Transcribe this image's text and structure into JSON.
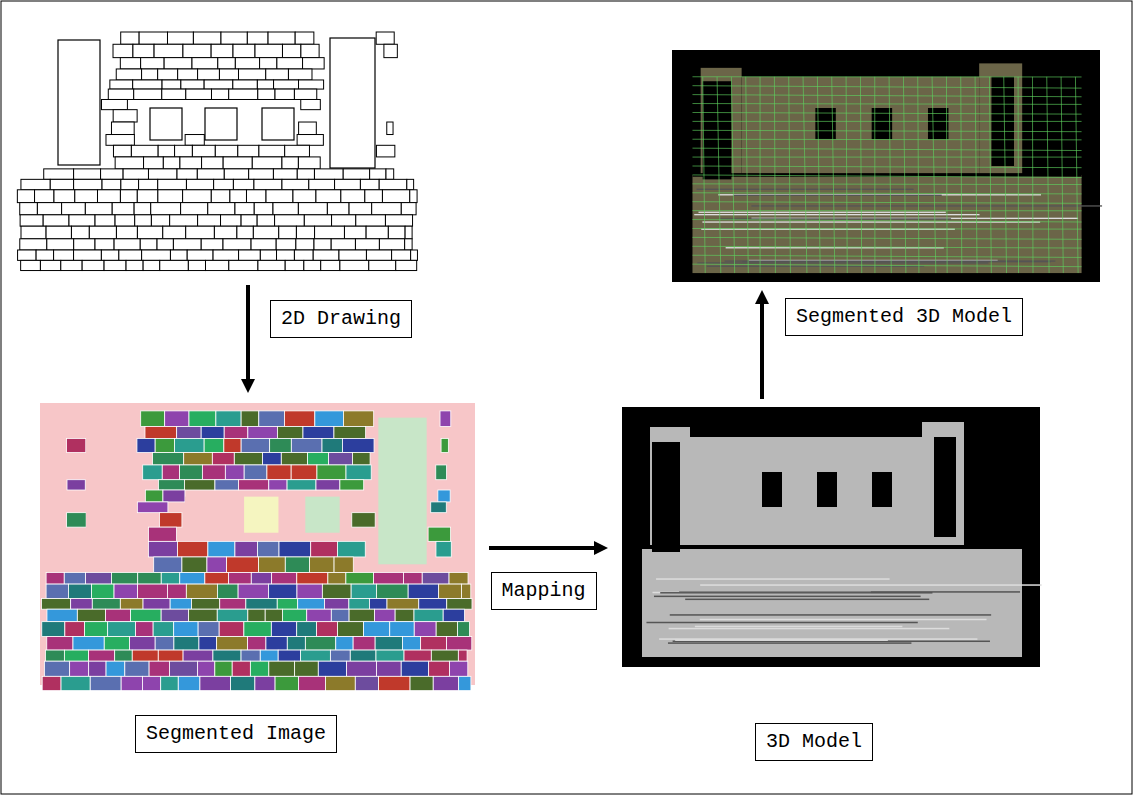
{
  "diagram": {
    "nodes": [
      {
        "text": [
          "2D Drawing"
        ]
      },
      {
        "text": [
          "Segmented Image"
        ]
      },
      {
        "text": [
          "3D Model"
        ]
      },
      {
        "text": [
          "Segmented 3D Model"
        ]
      }
    ],
    "edges": [
      {
        "from": 0,
        "to": 1,
        "arrow": "to"
      },
      {
        "from": 1,
        "to": 2,
        "label": "Mapping",
        "arrow": "to"
      },
      {
        "from": 2,
        "to": 3,
        "arrow": "to"
      }
    ]
  }
}
